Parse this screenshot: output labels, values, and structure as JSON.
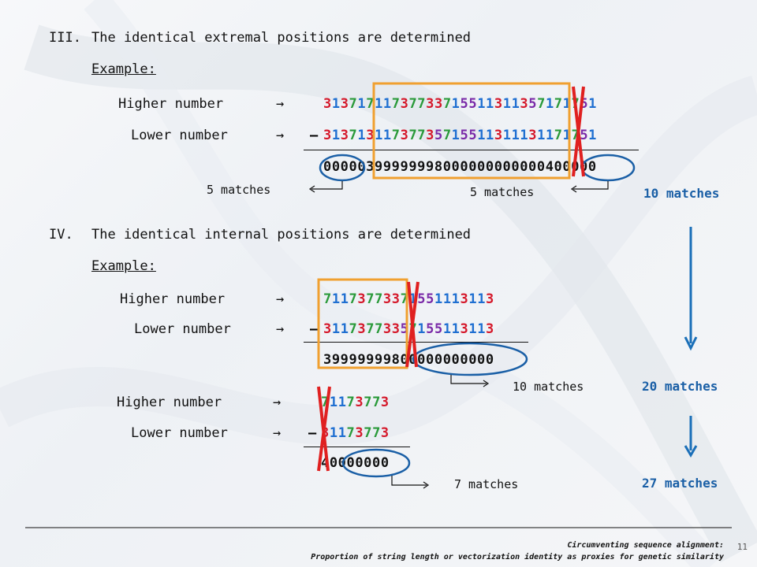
{
  "sections": [
    {
      "numeral": "III.",
      "title": "The identical extremal positions are determined",
      "example": "Example:"
    },
    {
      "numeral": "IV.",
      "title": "The identical internal positions are determined",
      "example": "Example:"
    }
  ],
  "labels": {
    "higher": "Higher number",
    "lower": "Lower number",
    "arrow": "→",
    "minus": "–"
  },
  "example1": {
    "higher": "31371711737733715511311357171751",
    "lower": "31371311737735715511311131171751",
    "result": "00000399999998000000000000400000",
    "match_left": "5 matches",
    "match_right": "5 matches",
    "total": "10 matches"
  },
  "example2": {
    "higher": "71173773371551113113",
    "lower": "31173773357155113113",
    "result": "39999999800000000000",
    "match": "10 matches",
    "total": "20 matches"
  },
  "example3": {
    "higher": "71173773",
    "lower": "31173773",
    "result": "40000000",
    "match": "7 matches",
    "total": "27 matches"
  },
  "footer": {
    "line1": "Circumventing sequence alignment:",
    "line2": "Proportion of string length or vectorization identity as proxies for genetic similarity",
    "page": "11"
  },
  "colors": {
    "digit_1": "#1f6fd1",
    "digit_3": "#d5182a",
    "digit_5": "#7a2aa8",
    "digit_7": "#2a9a3a",
    "highlight_box": "#f0a030",
    "ellipse": "#1a5fa6",
    "cross": "#e02020",
    "down_arrow": "#1a6fb8"
  }
}
